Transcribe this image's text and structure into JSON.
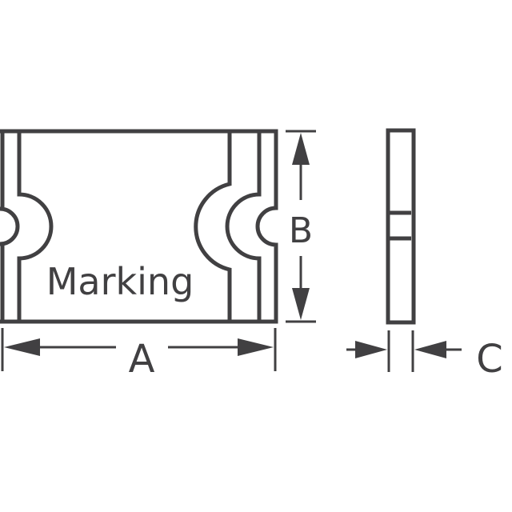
{
  "diagram": {
    "marking_label": "Marking",
    "dimension_a": "A",
    "dimension_b": "B",
    "dimension_c": "C",
    "stroke_color": "#414042"
  }
}
